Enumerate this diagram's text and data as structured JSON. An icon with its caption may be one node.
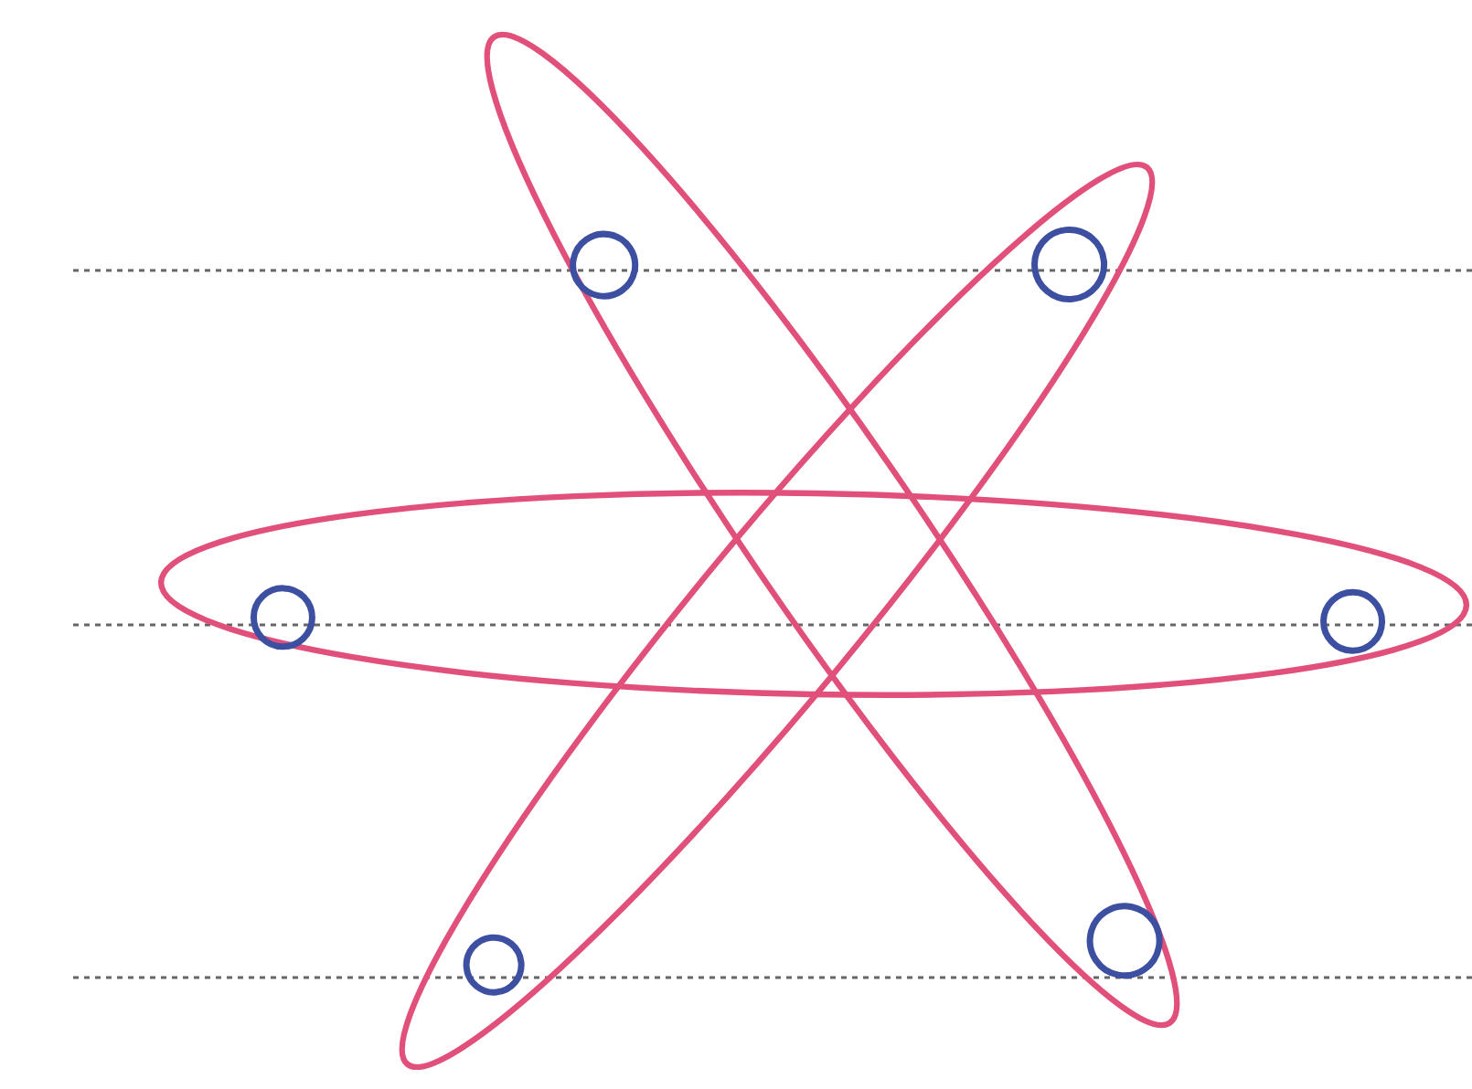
{
  "diagram": {
    "nodes": [
      {
        "text": [],
        "shape": "ellipse"
      },
      {
        "text": [],
        "shape": "circle",
        "in": 0
      },
      {
        "text": [],
        "shape": "circle",
        "in": 0
      },
      {
        "text": [],
        "shape": "ellipse"
      },
      {
        "text": [],
        "shape": "circle",
        "in": 3
      },
      {
        "text": [],
        "shape": "circle",
        "in": 3
      },
      {
        "text": [],
        "shape": "ellipse"
      },
      {
        "text": [],
        "shape": "circle",
        "in": 6
      },
      {
        "text": [],
        "shape": "circle",
        "in": 6
      }
    ]
  }
}
